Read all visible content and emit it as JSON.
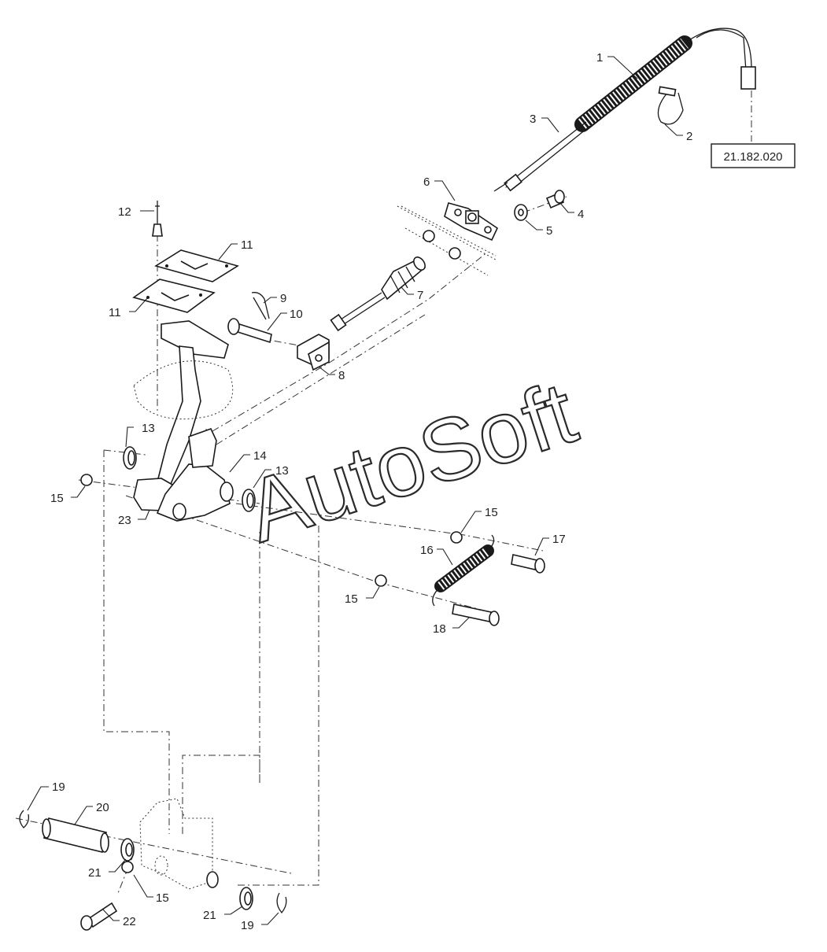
{
  "callouts": [
    "1",
    "2",
    "3",
    "4",
    "5",
    "6",
    "7",
    "8",
    "9",
    "10",
    "11",
    "11",
    "12",
    "13",
    "13",
    "14",
    "15",
    "15",
    "15",
    "15",
    "16",
    "17",
    "18",
    "19",
    "19",
    "20",
    "21",
    "21",
    "22",
    "23"
  ],
  "reference_box": "21.182.020",
  "watermark": "AutoSoft"
}
